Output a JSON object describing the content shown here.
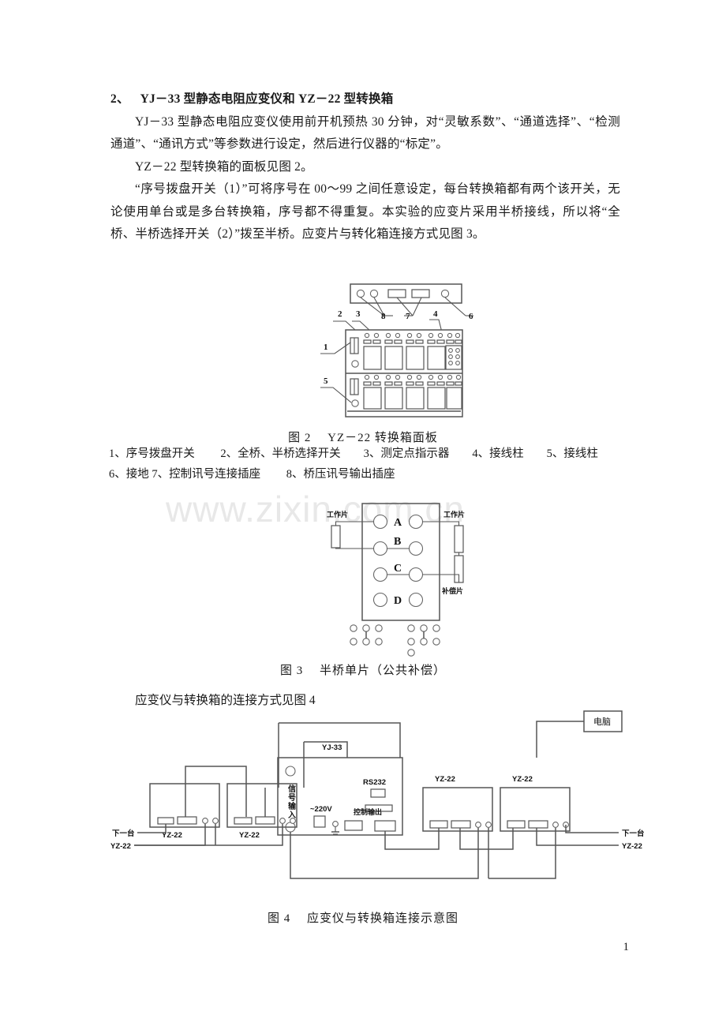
{
  "watermark": "www.zixin.com.cn",
  "page_number": "1",
  "document": {
    "heading_number": "2、",
    "heading_text": "YJ－33 型静态电阻应变仪和 YZ－22 型转换箱",
    "paragraphs": [
      "YJ－33 型静态电阻应变仪使用前开机预热 30 分钟，对“灵敏系数”、“通道选择”、“检测通道”、“通讯方式”等参数进行设定，然后进行仪器的“标定”。",
      "YZ－22 型转换箱的面板见图 2。",
      "“序号拨盘开关（1）”可将序号在 00～99 之间任意设定，每台转换箱都有两个该开关，无论使用单台或是多台转换箱，序号都不得重复。本实验的应变片采用半桥接线，所以将“全桥、半桥选择开关（2）”拨至半桥。应变片与转化箱连接方式见图 3。"
    ],
    "lead_text_fig4": "应变仪与转换箱的连接方式见图 4"
  },
  "figure2": {
    "caption": "图 2　 YZ－22 转换箱面板",
    "callouts": [
      "1",
      "2",
      "3",
      "4",
      "5",
      "6",
      "7",
      "8"
    ],
    "legend_lines": [
      "1、序号拨盘开关　　 2、全桥、半桥选择开关　　3、测定点指示器　　4、接线柱　　5、接线柱",
      "6、接地 7、控制讯号连接插座　　 8、桥压讯号输出插座"
    ],
    "legend_items": [
      {
        "no": "1",
        "name": "序号拨盘开关"
      },
      {
        "no": "2",
        "name": "全桥、半桥选择开关"
      },
      {
        "no": "3",
        "name": "测定点指示器"
      },
      {
        "no": "4",
        "name": "接线柱"
      },
      {
        "no": "5",
        "name": "接线柱"
      },
      {
        "no": "6",
        "name": "接地"
      },
      {
        "no": "7",
        "name": "控制讯号连接插座"
      },
      {
        "no": "8",
        "name": "桥压讯号输出插座"
      }
    ]
  },
  "figure3": {
    "caption": "图 3　 半桥单片（公共补偿）",
    "terminal_rows": [
      "A",
      "B",
      "C",
      "D"
    ],
    "labels": {
      "work_left": "工作片",
      "work_right": "工作片",
      "compensation": "补偿片"
    }
  },
  "figure4": {
    "caption": "图 4　 应变仪与转换箱连接示意图",
    "computer_box": "电脑",
    "instrument_label": "YJ-33",
    "rs232_label": "RS232",
    "signal_input_label": "信号输入",
    "power_label": "~220V",
    "control_output_label": "控制输出",
    "box_labels": [
      "YZ-22",
      "YZ-22",
      "YZ-22",
      "YZ-22"
    ],
    "next_unit_left": {
      "line1": "下一台",
      "line2": "YZ-22"
    },
    "next_unit_right": {
      "line1": "下一台",
      "line2": "YZ-22"
    }
  },
  "colors": {
    "ink": "#1a1a1a",
    "line": "#555555",
    "watermark": "#e8e8e8",
    "paper": "#ffffff"
  }
}
